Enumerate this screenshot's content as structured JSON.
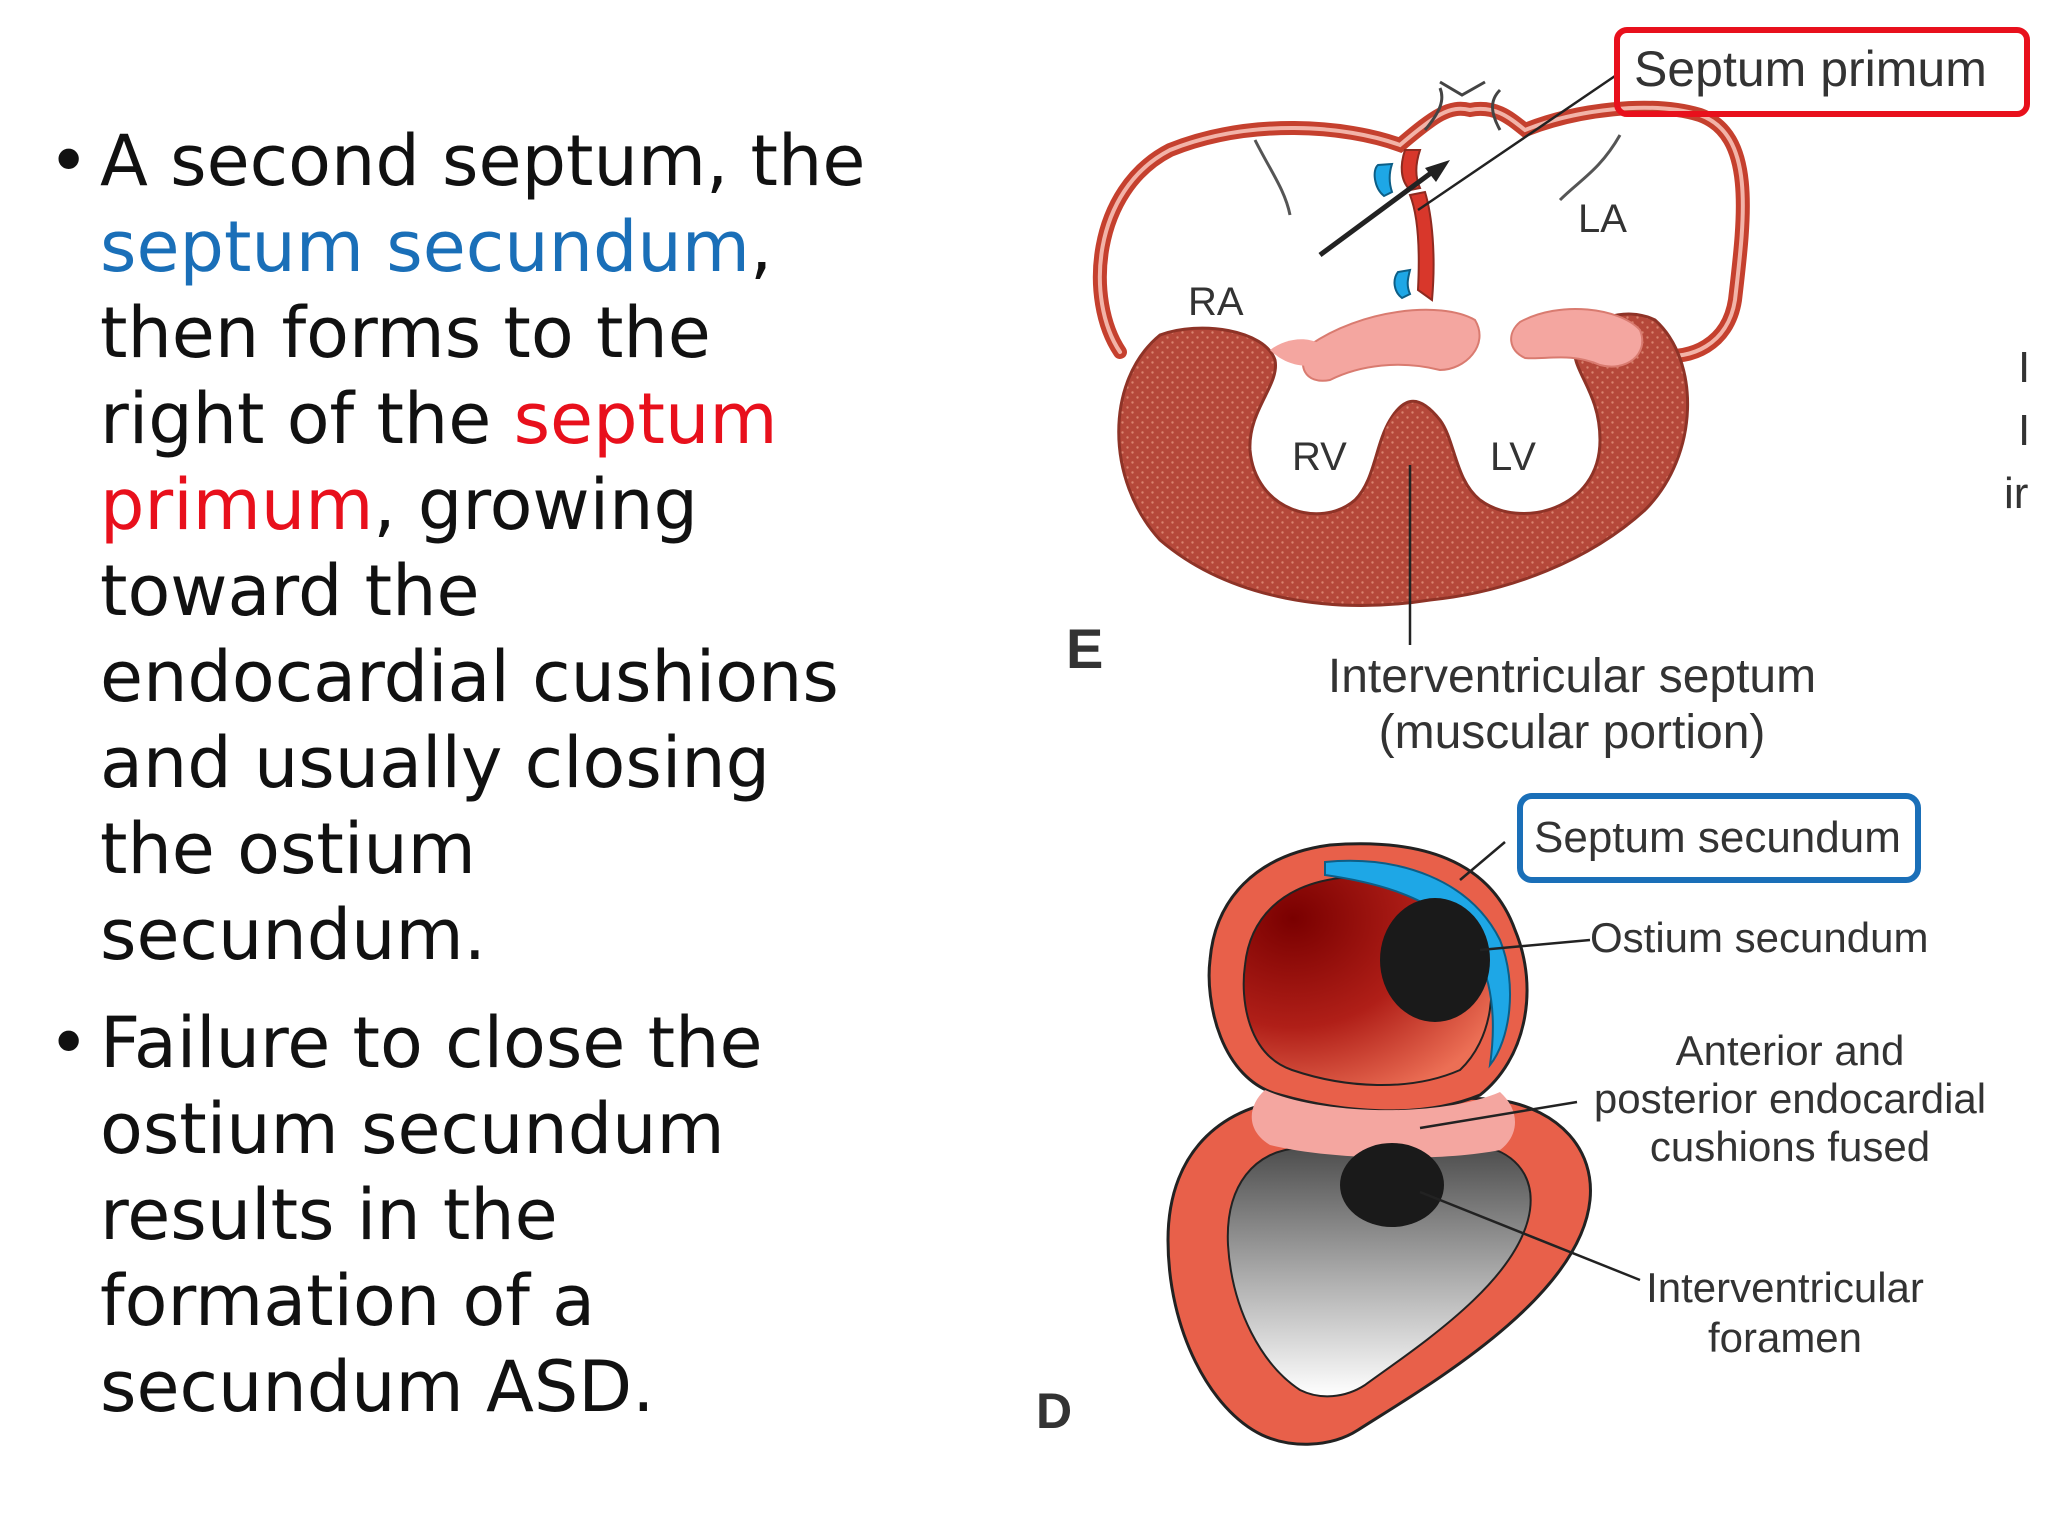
{
  "bullets": [
    {
      "parts": [
        "A second septum, the ",
        "septum secundum",
        ", then forms to the right of the ",
        "septum primum",
        ", growing toward the endocardial cushions and usually closing the ostium secundum."
      ]
    },
    {
      "text": "Failure to close the ostium secundum results in the formation of a secundum ASD."
    }
  ],
  "colors": {
    "text": "#111111",
    "secundum_highlight": "#1a6fb8",
    "primum_highlight": "#e8101c",
    "primum_box": "#e8101c",
    "secundum_box": "#1a6fb8",
    "heart_wall": "#e8604a",
    "myocardium": "#b5483a",
    "septum_secundum_fill": "#1ea7e6",
    "endocardial_cushion": "#f4a6a0"
  },
  "figure_e": {
    "panel_label": "E",
    "chambers": [
      "RA",
      "LA",
      "RV",
      "LV"
    ],
    "callout_primum": "Septum primum",
    "ivs_label_line1": "Interventricular septum",
    "ivs_label_line2": "(muscular portion)"
  },
  "figure_d": {
    "panel_label": "D",
    "callout_secundum": "Septum secundum",
    "ostium_secundum": "Ostium secundum",
    "cushions_line1": "Anterior and",
    "cushions_line2": "posterior endocardial",
    "cushions_line3": "cushions fused",
    "foramen_line1": "Interventricular",
    "foramen_line2": "foramen"
  },
  "edge_glyphs": [
    "I",
    "I",
    "ir"
  ]
}
